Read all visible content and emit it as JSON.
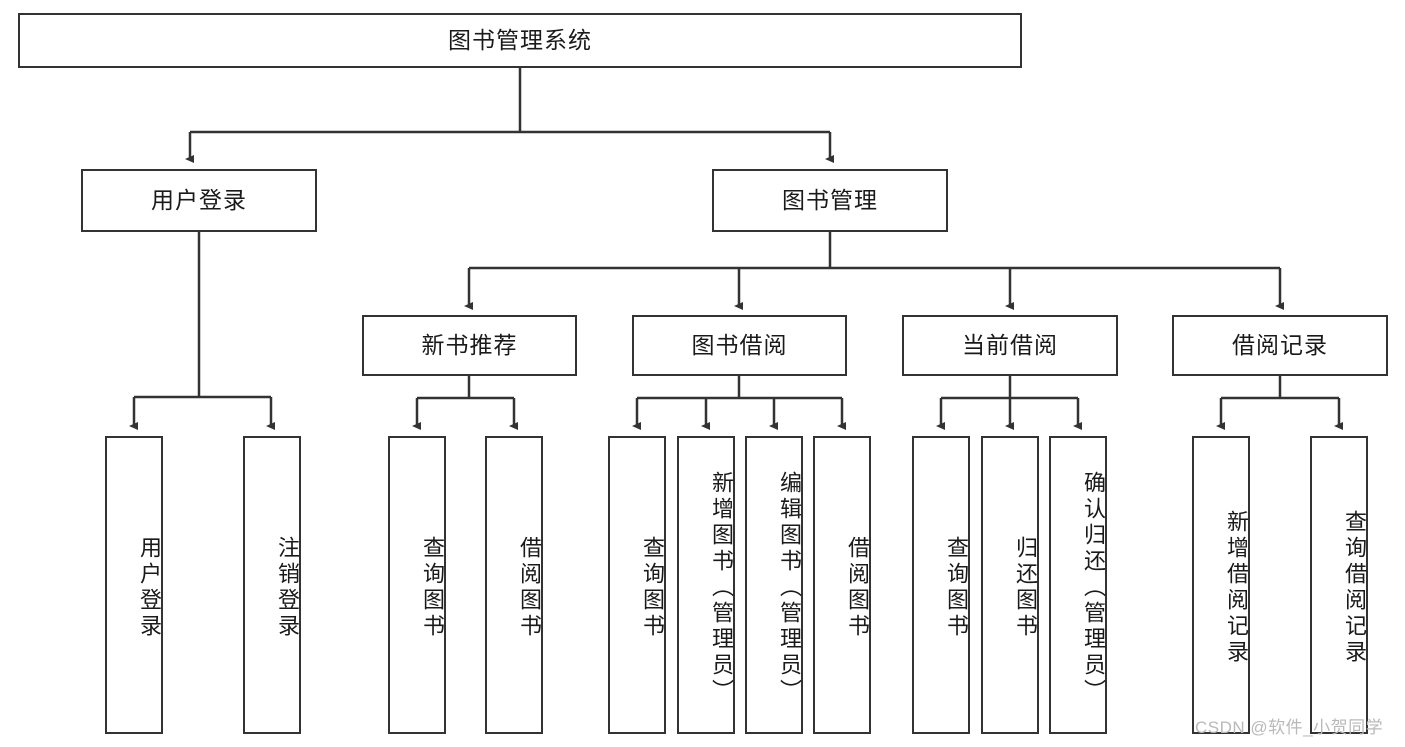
{
  "diagram": {
    "title": "图书管理系统",
    "root": {
      "label": "图书管理系统"
    },
    "level2": [
      {
        "label": "用户登录"
      },
      {
        "label": "图书管理"
      }
    ],
    "level3": [
      {
        "label": "新书推荐"
      },
      {
        "label": "图书借阅"
      },
      {
        "label": "当前借阅"
      },
      {
        "label": "借阅记录"
      }
    ],
    "leaves": {
      "user_login": [
        {
          "label": "用户登录"
        },
        {
          "label": "注销登录"
        }
      ],
      "new_book_recommend": [
        {
          "label": "查询图书"
        },
        {
          "label": "借阅图书"
        }
      ],
      "book_borrow": [
        {
          "label": "查询图书"
        },
        {
          "label": "新增图书（管理员）"
        },
        {
          "label": "编辑图书（管理员）"
        },
        {
          "label": "借阅图书"
        }
      ],
      "current_borrow": [
        {
          "label": "查询图书"
        },
        {
          "label": "归还图书"
        },
        {
          "label": "确认归还（管理员）"
        }
      ],
      "borrow_record": [
        {
          "label": "新增借阅记录"
        },
        {
          "label": "查询借阅记录"
        }
      ]
    }
  },
  "watermark": {
    "text": "CSDN @软件_小贺同学"
  },
  "colors": {
    "stroke": "#333333",
    "background": "#ffffff",
    "text": "#1a1a1a",
    "watermark": "#b9b9b9"
  }
}
